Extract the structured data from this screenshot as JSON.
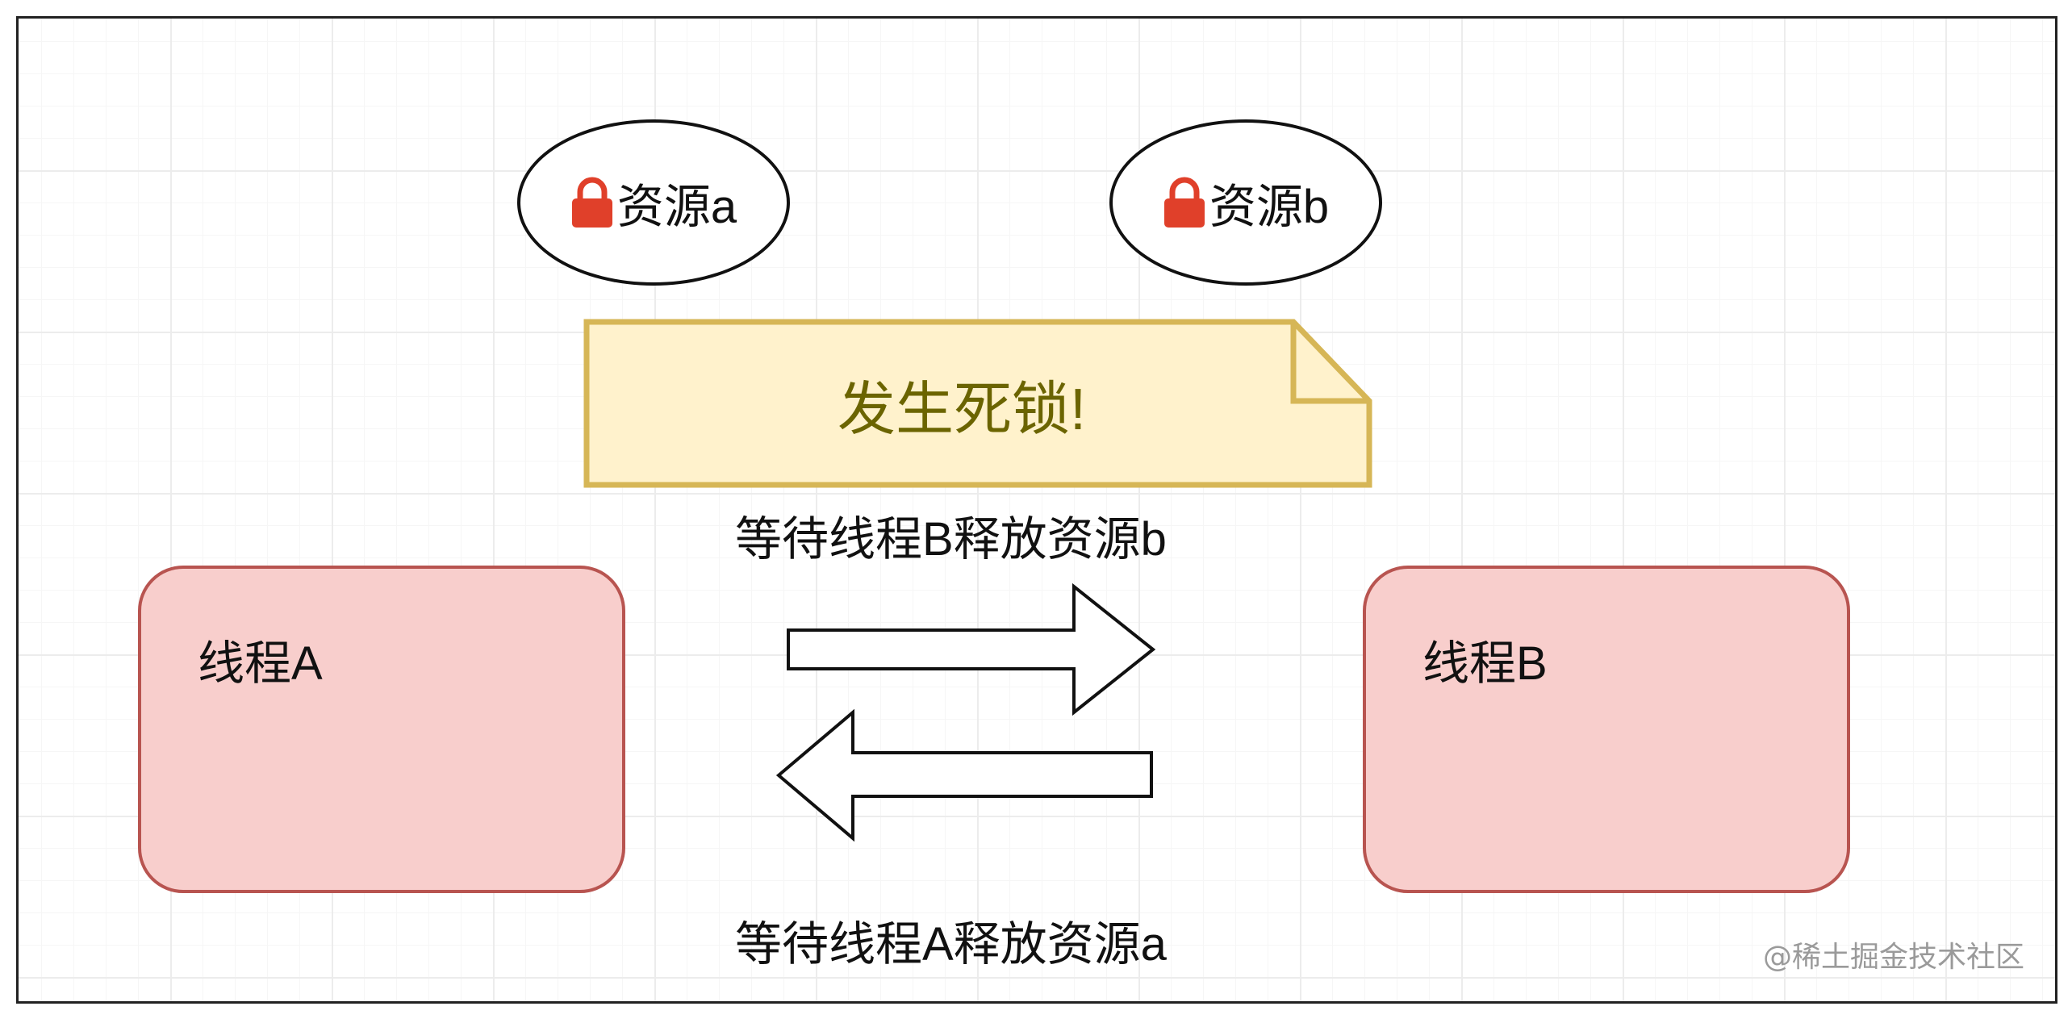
{
  "resources": [
    {
      "label": "资源a",
      "icon": "lock-icon"
    },
    {
      "label": "资源b",
      "icon": "lock-icon"
    }
  ],
  "note": {
    "text": "发生死锁!",
    "fill": "#fff2cc",
    "stroke": "#d6b656"
  },
  "threads": [
    {
      "label": "线程A",
      "fill": "#f8cecc",
      "stroke": "#b85450"
    },
    {
      "label": "线程B",
      "fill": "#f8cecc",
      "stroke": "#b85450"
    }
  ],
  "edges": [
    {
      "label": "等待线程B释放资源b",
      "direction": "right"
    },
    {
      "label": "等待线程A释放资源a",
      "direction": "left"
    }
  ],
  "lock_color": "#e0402a",
  "watermark": "@稀土掘金技术社区"
}
